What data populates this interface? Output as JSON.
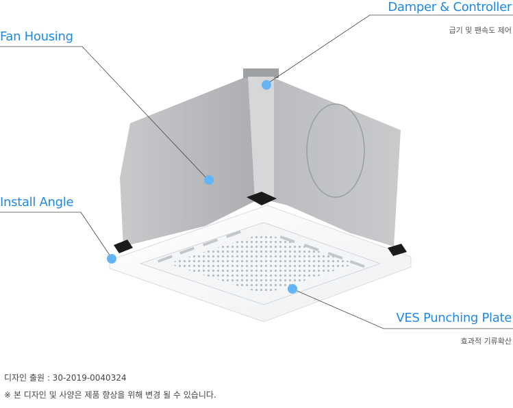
{
  "callouts": {
    "damper": {
      "title": "Damper & Controller",
      "desc": "급기 및 팬속도 제어"
    },
    "fan_housing": {
      "title": "Fan Housing"
    },
    "install_angle": {
      "title": "Install Angle"
    },
    "punching_plate": {
      "title": "VES Punching Plate",
      "desc": "효과적 기류확산"
    }
  },
  "footer": {
    "design_reg": "디자인 출원 : 30-2019-0040324",
    "disclaimer": "※ 본 디자인 및 사양은 제품 향상을 위해 변경 될 수 있습니다."
  },
  "colors": {
    "accent": "#1e88e5",
    "marker": "#64b5f6"
  }
}
